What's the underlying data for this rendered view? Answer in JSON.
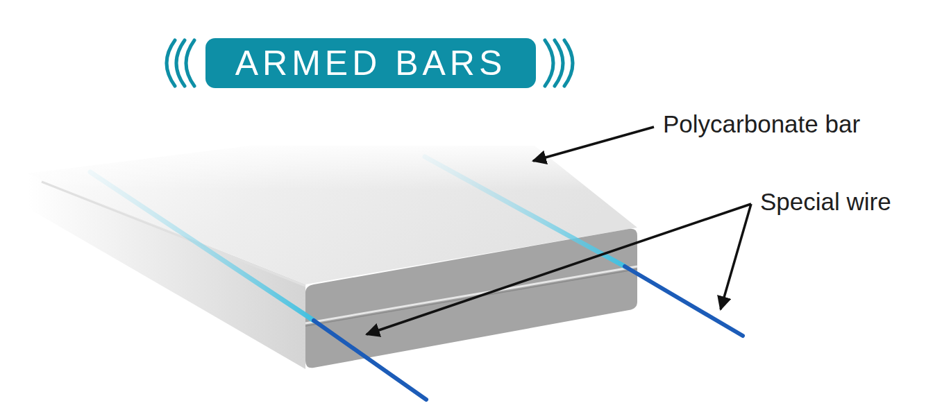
{
  "diagram": {
    "nodes": [
      {
        "text": [
          "ARMED BARS"
        ]
      }
    ],
    "labels": [
      "Polycarbonate bar",
      "Special wire"
    ]
  }
}
